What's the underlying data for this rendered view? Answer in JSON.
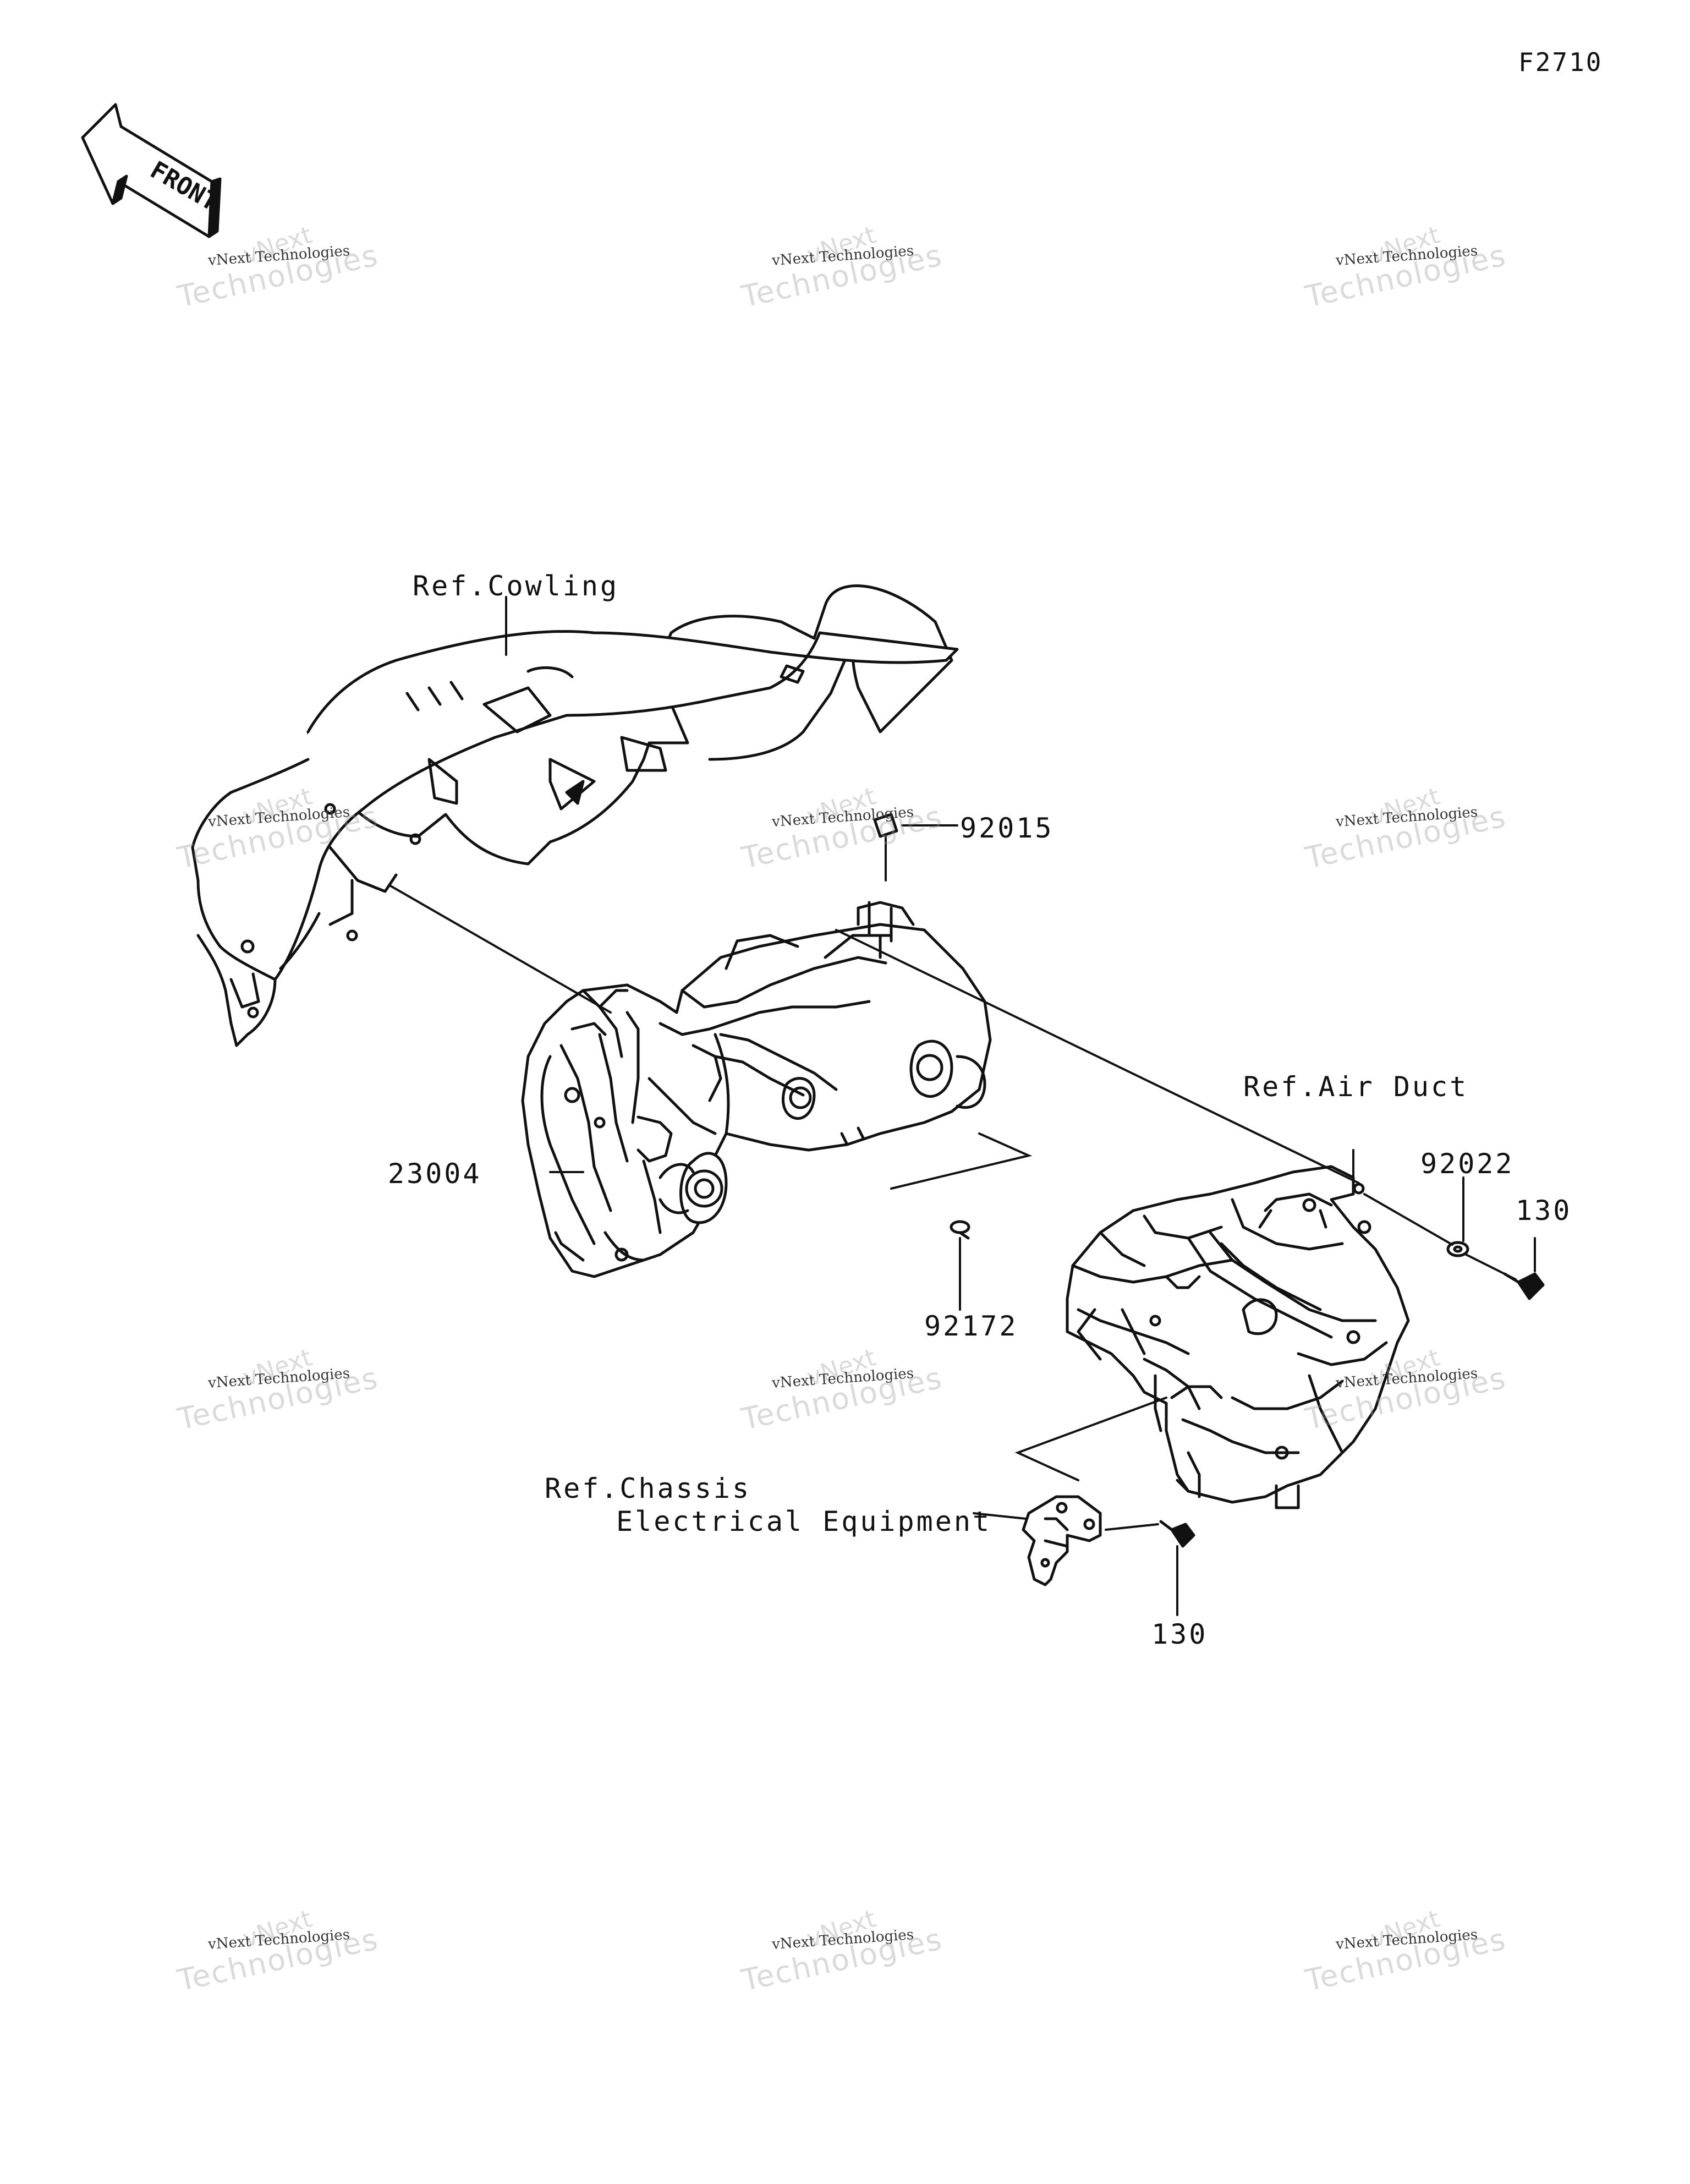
{
  "figure_code": "F2710",
  "front_arrow": {
    "text": "FRONT",
    "icon": "front-arrow-icon"
  },
  "watermark": {
    "line1": "vNext",
    "line2": "vNext Technologies",
    "line3": "Technologies"
  },
  "labels": {
    "ref_cowling": "Ref.Cowling",
    "ref_air_duct": "Ref.Air Duct",
    "ref_chassis_line1": "Ref.Chassis",
    "ref_chassis_line2": "Electrical Equipment",
    "part_92015": "92015",
    "part_23004": "23004",
    "part_92172": "92172",
    "part_92022": "92022",
    "part_130_a": "130",
    "part_130_b": "130"
  }
}
